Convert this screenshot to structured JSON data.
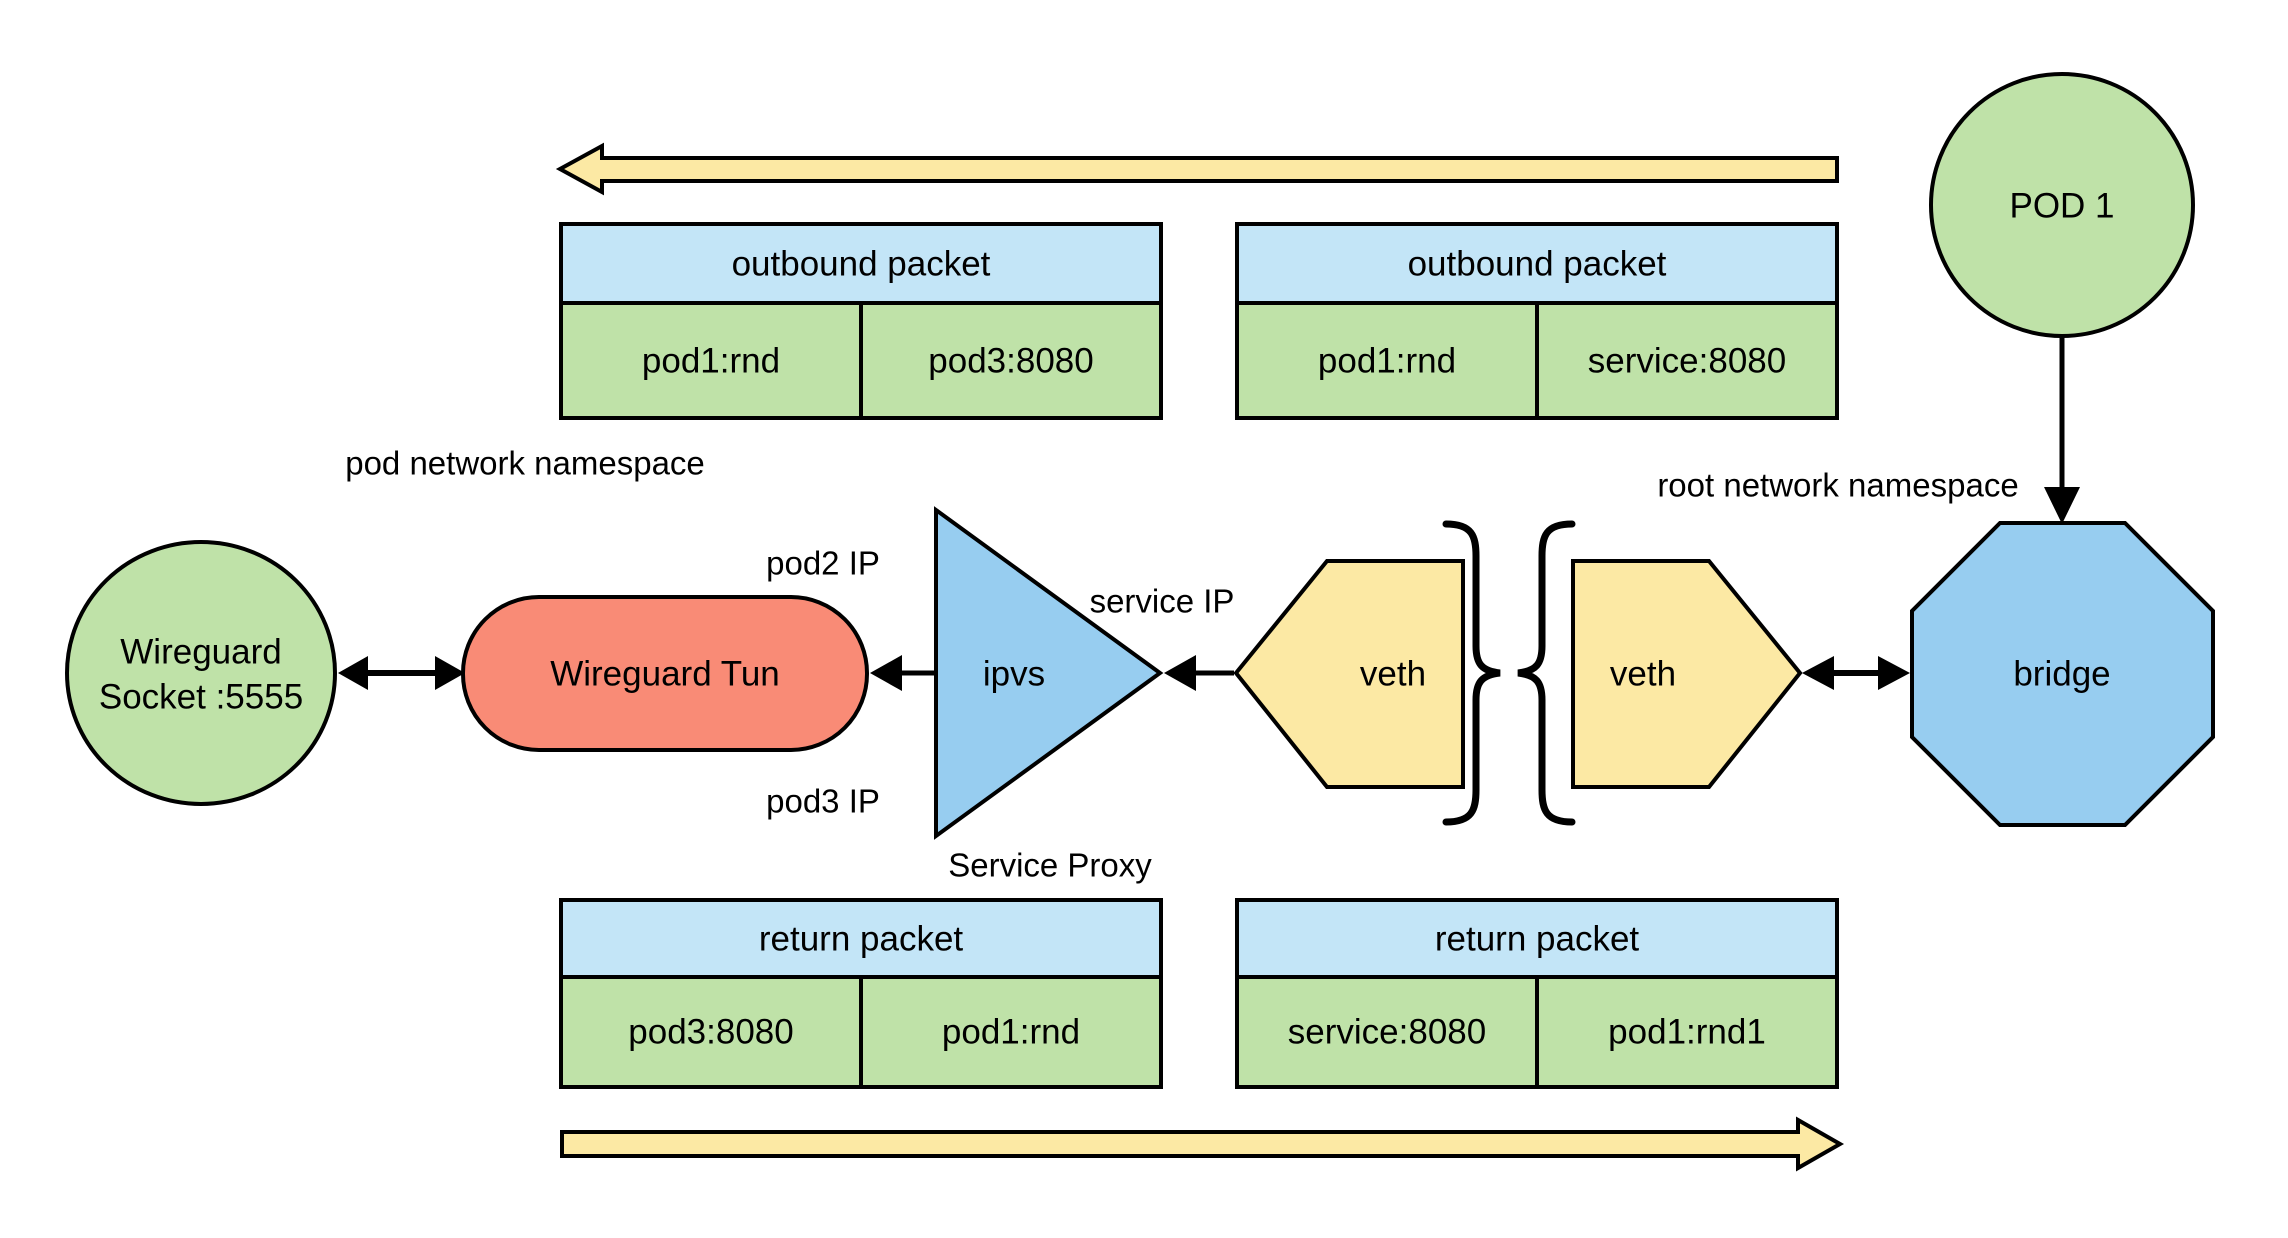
{
  "diagram": {
    "title_labels": {
      "pod_namespace": "pod network namespace",
      "root_namespace": "root network namespace",
      "pod2_ip": "pod2 IP",
      "pod3_ip": "pod3 IP",
      "service_ip": "service IP",
      "service_proxy": "Service Proxy"
    },
    "nodes": {
      "pod1": "POD 1",
      "bridge": "bridge",
      "veth": "veth",
      "ipvs": "ipvs",
      "wireguard_tun": "Wireguard Tun",
      "wireguard_socket_line1": "Wireguard",
      "wireguard_socket_line2": "Socket :5555"
    },
    "packets": {
      "outbound_left": {
        "title": "outbound packet",
        "src": "pod1:rnd",
        "dst": "pod3:8080"
      },
      "outbound_right": {
        "title": "outbound packet",
        "src": "pod1:rnd",
        "dst": "service:8080"
      },
      "return_left": {
        "title": "return packet",
        "src": "pod3:8080",
        "dst": "pod1:rnd"
      },
      "return_right": {
        "title": "return packet",
        "src": "service:8080",
        "dst": "pod1:rnd1"
      }
    },
    "colors": {
      "green": "#bfe2a8",
      "light_blue": "#c3e5f7",
      "mid_blue": "#97cdf0",
      "yellow": "#fce9a4",
      "red": "#f98b76"
    }
  }
}
